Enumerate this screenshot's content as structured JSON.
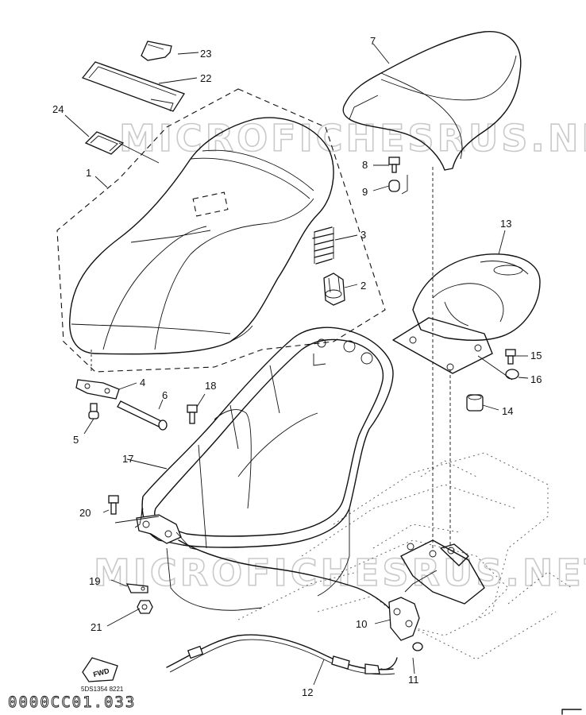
{
  "watermark": "MICROFICHESRUS.NET",
  "figure_code": "0000CC01.033",
  "figure_ref": "5DS1354 8221",
  "fwd_label": "FWD",
  "callouts": {
    "n1": "1",
    "n2": "2",
    "n3": "3",
    "n4": "4",
    "n5": "5",
    "n6": "6",
    "n7": "7",
    "n8": "8",
    "n9": "9",
    "n10": "10",
    "n11": "11",
    "n12": "12",
    "n13": "13",
    "n14": "14",
    "n15": "15",
    "n16": "16",
    "n17": "17",
    "n18": "18",
    "n19": "19",
    "n20": "20",
    "n21": "21",
    "n22": "22",
    "n23": "23",
    "n24": "24"
  }
}
